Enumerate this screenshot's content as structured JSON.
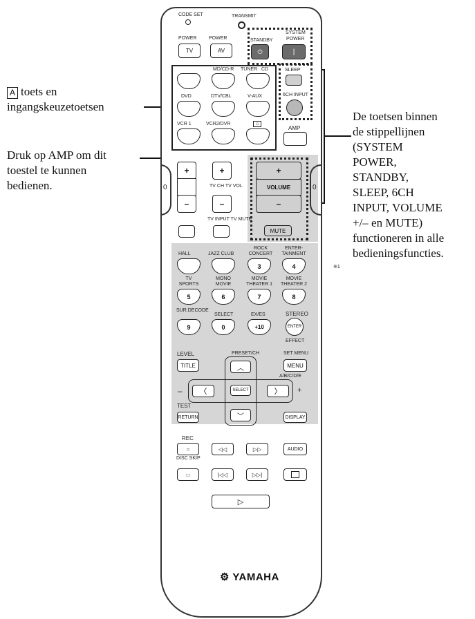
{
  "annotations": {
    "left_a_box": "A",
    "left_a_line1": "toets en",
    "left_a_line2": "ingangskeuzetoetsen",
    "left_b_line1": "Druk op AMP om dit",
    "left_b_line2": "toestel te kunnen",
    "left_b_line3": "bedienen.",
    "right_lines": [
      "De toetsen binnen",
      "de stippellijnen",
      "(SYSTEM",
      "POWER,",
      "STANDBY,",
      "SLEEP, 6CH",
      "INPUT, VOLUME",
      "+/– en MUTE)",
      "functioneren in alle",
      "bedieningsfuncties."
    ]
  },
  "remote": {
    "top_left_label": "CODE SET",
    "transmit_label": "TRANSMIT",
    "power_tv_label": "POWER",
    "power_av_label": "POWER",
    "tv_button": "TV",
    "av_button": "AV",
    "standby_label": "STANDBY",
    "system_power_label1": "SYSTEM",
    "system_power_label2": "POWER",
    "input_labels_row1": [
      "",
      "MD/CD-R",
      "TUNER",
      "CD"
    ],
    "input_labels_row2": [
      "DVD",
      "DTV/CBL",
      "V-AUX"
    ],
    "input_labels_row3": [
      "VCR 1",
      "VCR2/DVR",
      "⌂"
    ],
    "sleep_label": "SLEEP",
    "six_ch_label": "6CH INPUT",
    "amp_label": "AMP",
    "tv_ch_vol_label": "TV CH TV VOL",
    "volume_label": "VOLUME",
    "tv_input_mute_label": "TV INPUT TV MUTE",
    "mute_label": "MUTE",
    "plus": "+",
    "minus": "–",
    "side_digit_left": "0",
    "side_digit_right": "0",
    "small_mark": "※1",
    "sound_labels_row1": [
      "HALL",
      "JAZZ CLUB",
      "ROCK CONCERT",
      "ENTER-TAINMENT"
    ],
    "sound_digits_row1": [
      "",
      "",
      "3",
      "4"
    ],
    "sound_labels_row2": [
      "TV SPORTS",
      "MONO MOVIE",
      "MOVIE THEATER 1",
      "MOVIE THEATER 2"
    ],
    "sound_digits_row2": [
      "5",
      "6",
      "7",
      "8"
    ],
    "sound_labels_row3": [
      "SUR.DECODE",
      "SELECT",
      "EX/ES",
      "STEREO"
    ],
    "sound_digits_row3": [
      "9",
      "0",
      "+10",
      "ENTER"
    ],
    "effect_label": "EFFECT",
    "level_label": "LEVEL",
    "preset_label": "PRESET/CH",
    "set_menu_label": "SET MENU",
    "title_button": "TITLE",
    "menu_button": "MENU",
    "abcde_label": "A/B/C/D/E",
    "select_button": "SELECT",
    "test_label": "TEST",
    "return_button": "RETURN",
    "display_button": "DISPLAY",
    "rec_label": "REC",
    "disc_skip_label": "DISC SKIP",
    "audio_button": "AUDIO",
    "brand": "YAMAHA"
  }
}
